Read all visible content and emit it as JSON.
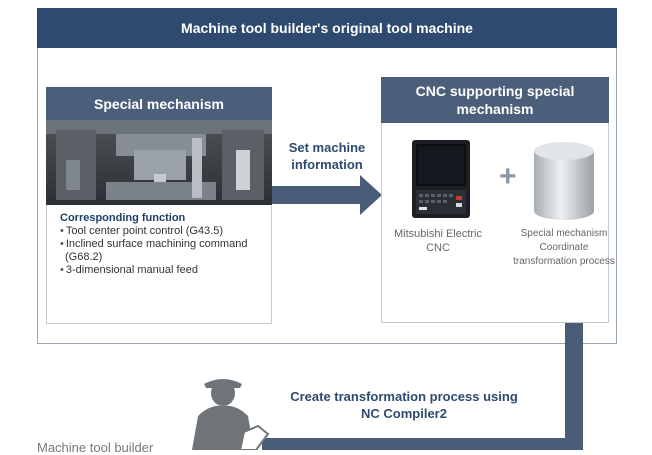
{
  "header": {
    "title": "Machine tool builder's original tool machine"
  },
  "left_panel": {
    "title": "Special mechanism",
    "function_title": "Corresponding function",
    "functions": [
      "Tool center point control (G43.5)",
      "Inclined surface machining command (G68.2)",
      "3-dimensional manual feed"
    ]
  },
  "arrow_top": {
    "label": "Set machine information"
  },
  "right_panel": {
    "title": "CNC supporting special mechanism",
    "plus": "+",
    "cnc_caption": "Mitsubishi Electric CNC",
    "special_caption": "Special mechanism Coordinate transformation process"
  },
  "arrow_bottom": {
    "label": "Create transformation process using NC Compiler2"
  },
  "builder": {
    "label": "Machine tool builder"
  },
  "colors": {
    "navy": "#2e4a6e",
    "panel_head": "#4c5f7a",
    "arrow": "#4a5d78"
  }
}
